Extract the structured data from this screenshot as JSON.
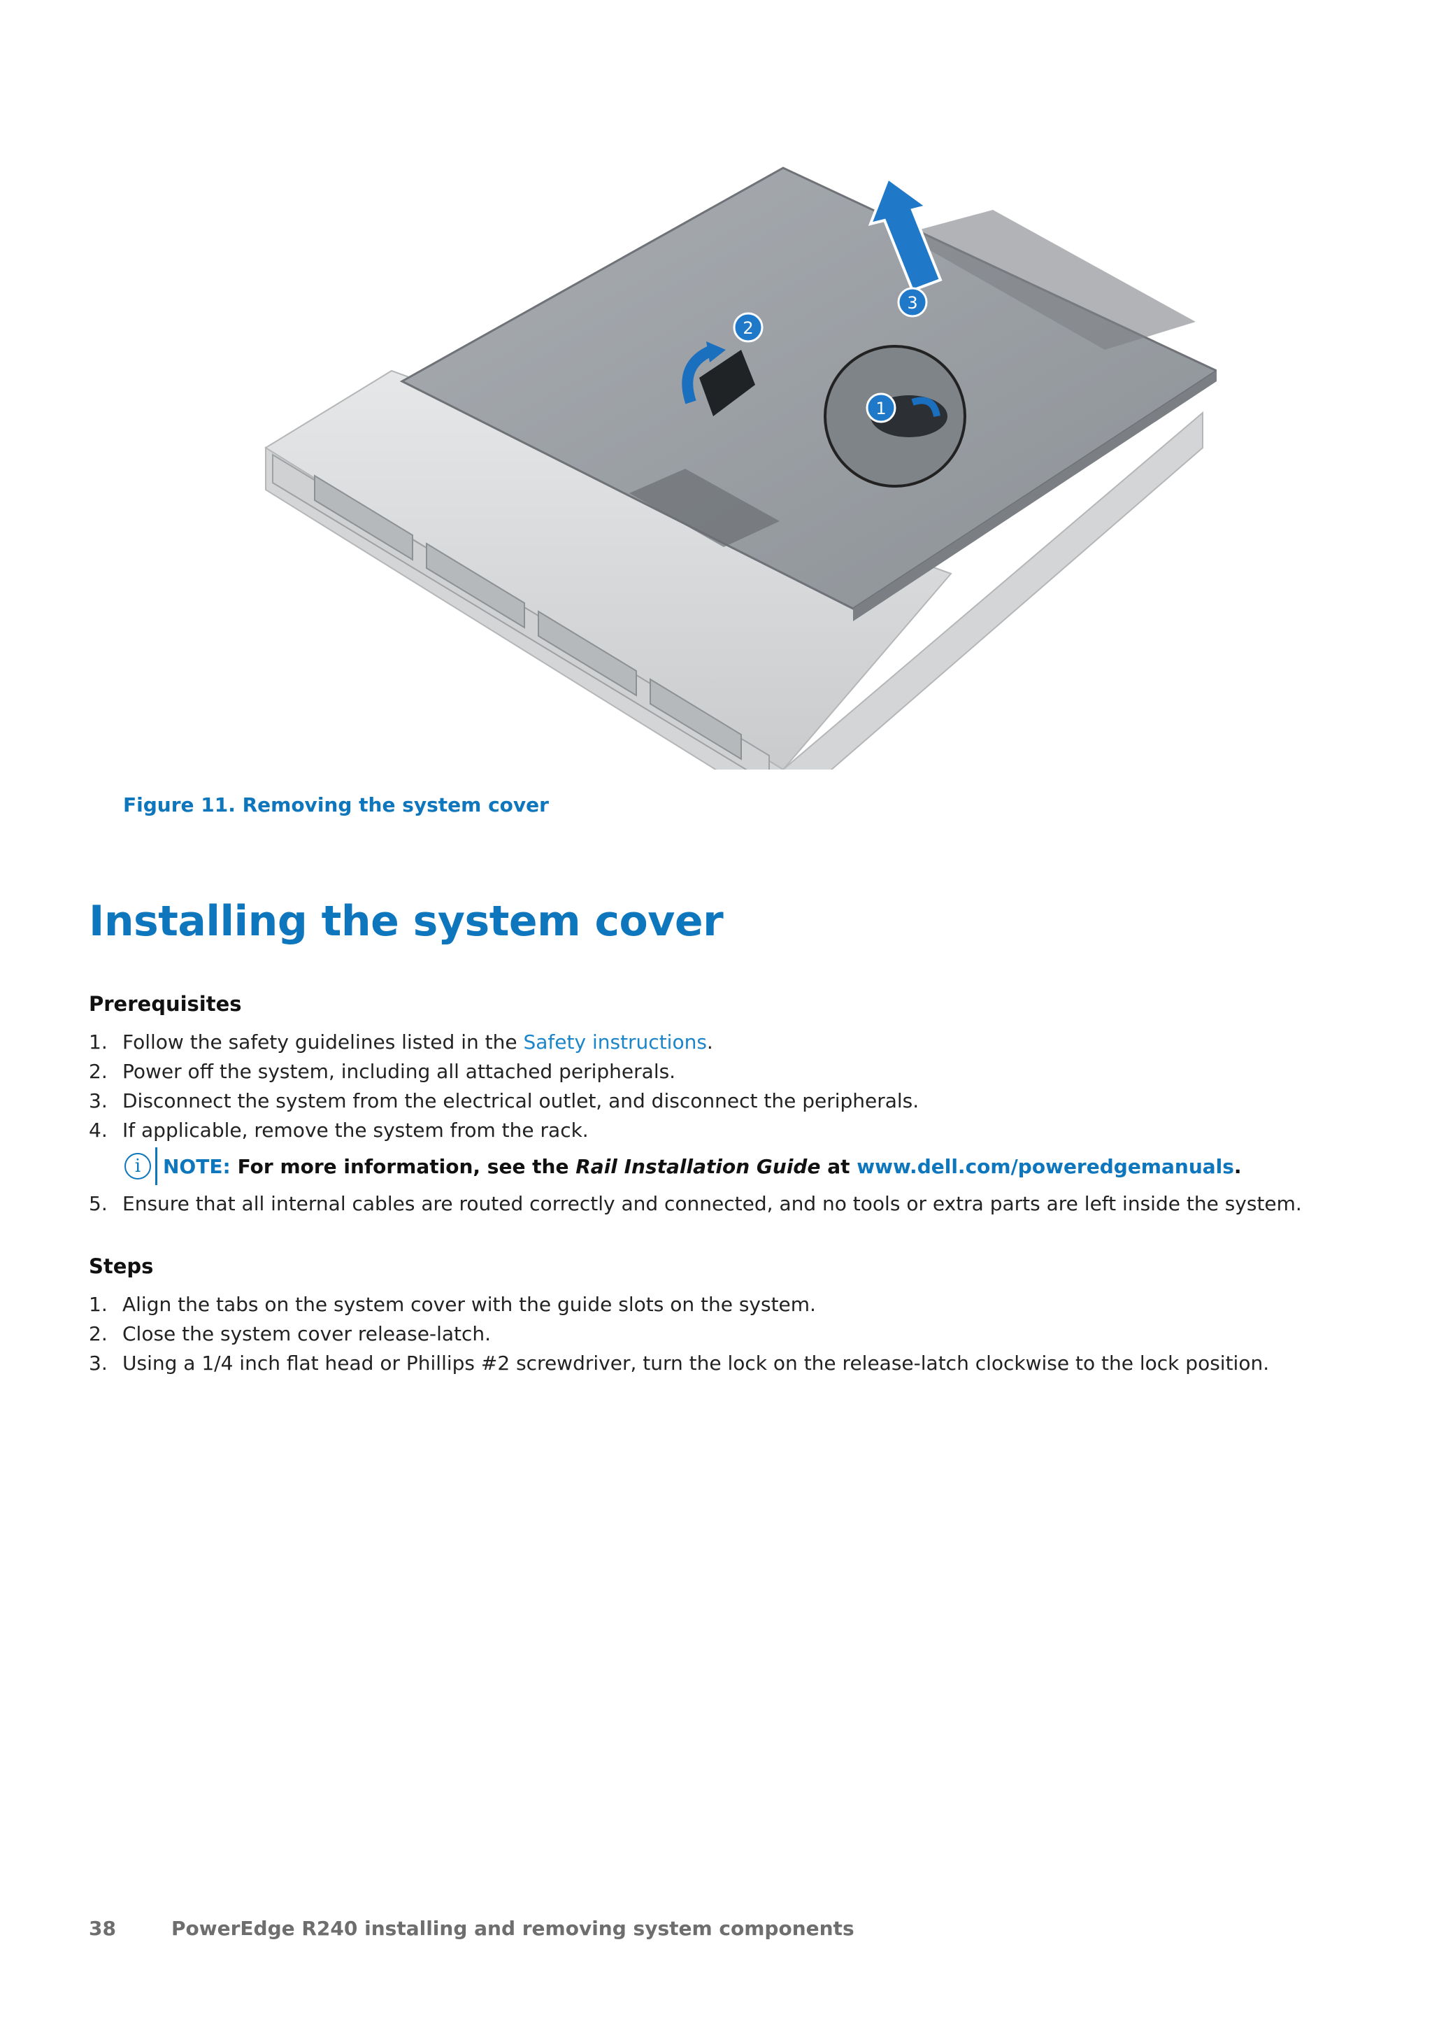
{
  "figure": {
    "callouts": [
      "1",
      "2",
      "3"
    ]
  },
  "caption": "Figure 11. Removing the system cover",
  "heading": "Installing the system cover",
  "prerequisites": {
    "title": "Prerequisites",
    "items": [
      {
        "num": "1.",
        "text_before": "Follow the safety guidelines listed in the ",
        "link": "Safety instructions",
        "text_after": "."
      },
      {
        "num": "2.",
        "text": "Power off the system, including all attached peripherals."
      },
      {
        "num": "3.",
        "text": "Disconnect the system from the electrical outlet, and disconnect the peripherals."
      },
      {
        "num": "4.",
        "text": "If applicable, remove the system from the rack."
      },
      {
        "num": "5.",
        "text": "Ensure that all internal cables are routed correctly and connected, and no tools or extra parts are left inside the system."
      }
    ],
    "note": {
      "icon": "info-icon",
      "label": "NOTE:",
      "text_before": "For more information, see the ",
      "italic": "Rail Installation Guide",
      "text_mid": " at ",
      "link": "www.dell.com/poweredgemanuals",
      "text_after": "."
    }
  },
  "steps": {
    "title": "Steps",
    "items": [
      {
        "num": "1.",
        "text": "Align the tabs on the system cover with the guide slots on the system."
      },
      {
        "num": "2.",
        "text": "Close the system cover release-latch."
      },
      {
        "num": "3.",
        "text": "Using a 1/4 inch flat head or Phillips #2 screwdriver, turn the lock on the release-latch clockwise to the lock position."
      }
    ]
  },
  "footer": {
    "page_number": "38",
    "section": "PowerEdge R240 installing and removing system components"
  },
  "colors": {
    "accent": "#0e76bc",
    "link": "#1a85c8",
    "footer": "#6e6e6e"
  }
}
